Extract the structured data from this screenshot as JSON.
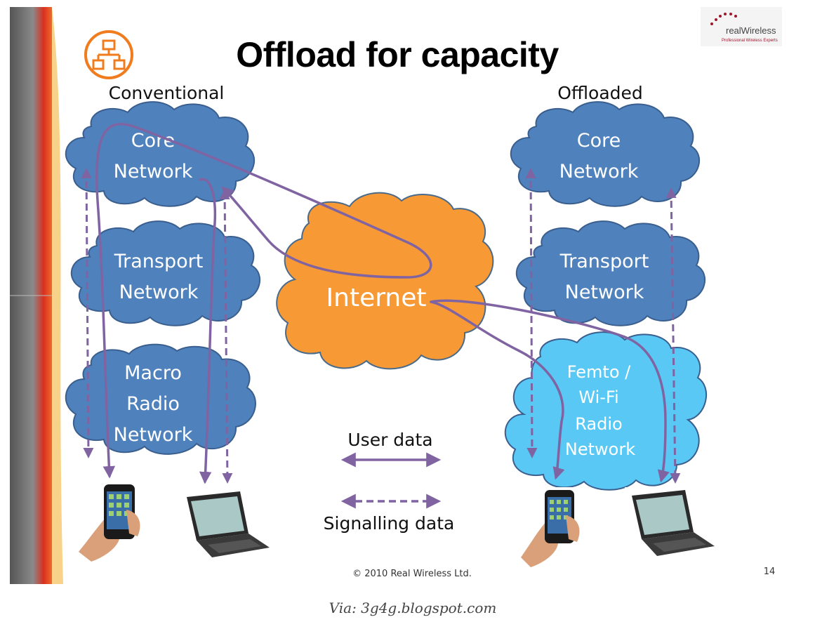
{
  "slide": {
    "title": "Offload for capacity",
    "page_number": "14",
    "copyright": "© 2010 Real Wireless Ltd.",
    "watermark": "Via: 3g4g.blogspot.com",
    "logo": {
      "brand": "realWireless",
      "tagline": "Professional Wireless Experts"
    },
    "icon": "network-diagram-icon"
  },
  "columns": {
    "left": {
      "heading": "Conventional",
      "core": [
        "Core",
        "Network"
      ],
      "transport": [
        "Transport",
        "Network"
      ],
      "radio": [
        "Macro",
        "Radio",
        "Network"
      ]
    },
    "right": {
      "heading": "Offloaded",
      "core": [
        "Core",
        "Network"
      ],
      "transport": [
        "Transport",
        "Network"
      ],
      "radio": [
        "Femto /",
        "Wi-Fi",
        "Radio",
        "Network"
      ]
    }
  },
  "internet": "Internet",
  "legend": {
    "user_data": "User data",
    "signalling_data": "Signalling data"
  },
  "devices": [
    "phone-icon",
    "laptop-icon",
    "phone-icon",
    "laptop-icon"
  ],
  "colors": {
    "cloud_blue": "#4f81bd",
    "cloud_light_blue": "#5ac8f5",
    "cloud_orange": "#f79a36",
    "arrow_purple": "#8064a2",
    "accent_red": "#e03020"
  }
}
